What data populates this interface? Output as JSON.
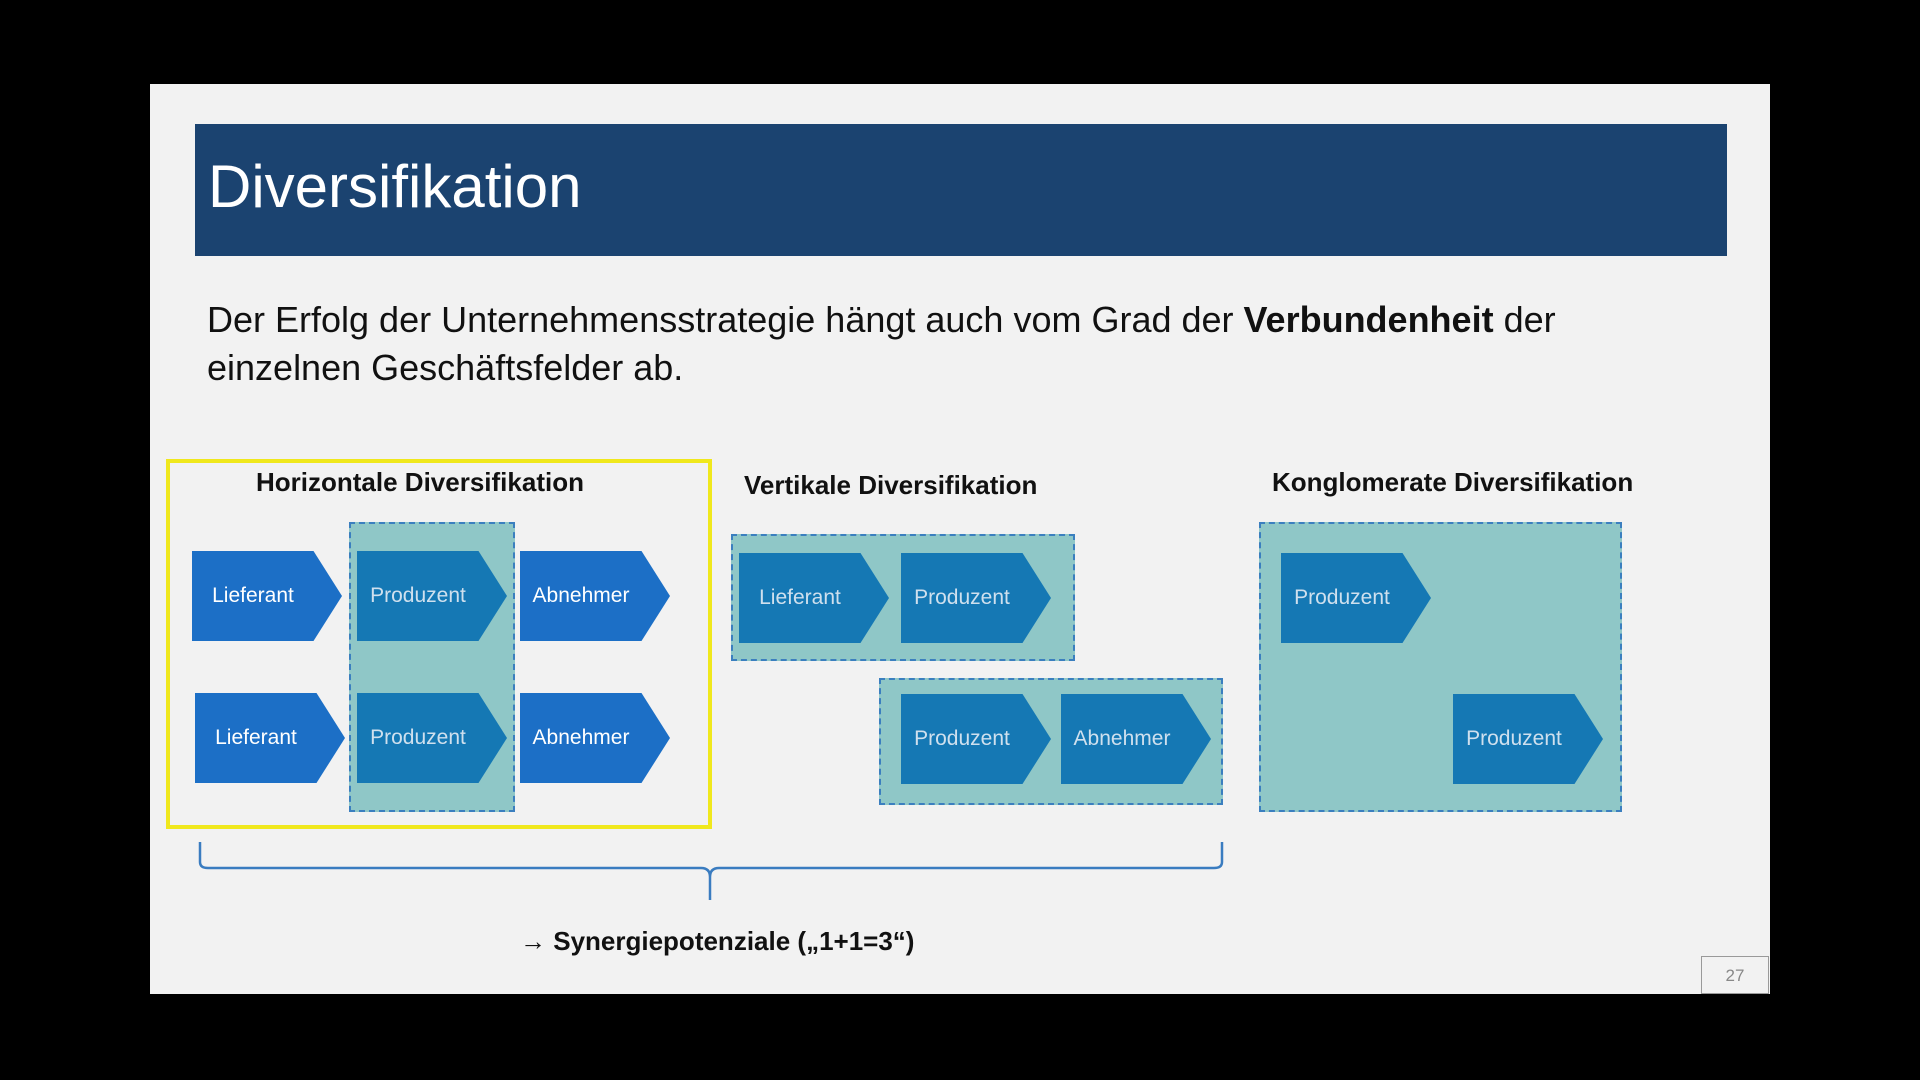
{
  "slide": {
    "title": "Diversifikation",
    "intro": {
      "part1": "Der Erfolg der Unternehmensstrategie hängt auch vom Grad der ",
      "bold": "Verbundenheit",
      "part2": " der einzelnen Geschäftsfelder ab."
    },
    "sections": {
      "horizontal": {
        "title": "Horizontale Diversifikation",
        "row1": [
          "Lieferant",
          "Produzent",
          "Abnehmer"
        ],
        "row2": [
          "Lieferant",
          "Produzent",
          "Abnehmer"
        ]
      },
      "vertical": {
        "title": "Vertikale Diversifikation",
        "row1": [
          "Lieferant",
          "Produzent"
        ],
        "row2": [
          "Produzent",
          "Abnehmer"
        ]
      },
      "conglomerate": {
        "title": "Konglomerate Diversifikation",
        "items": [
          "Produzent",
          "Produzent"
        ]
      }
    },
    "synergy": "→ Synergiepotenziale („1+1=3“)",
    "page_number": "27",
    "colors": {
      "title_bar": "#1b4370",
      "arrow_dark": "#1c6fc6",
      "arrow_group": "#1578b4",
      "group_fill": "#8fc7c7",
      "highlight": "#f0e81d"
    }
  }
}
